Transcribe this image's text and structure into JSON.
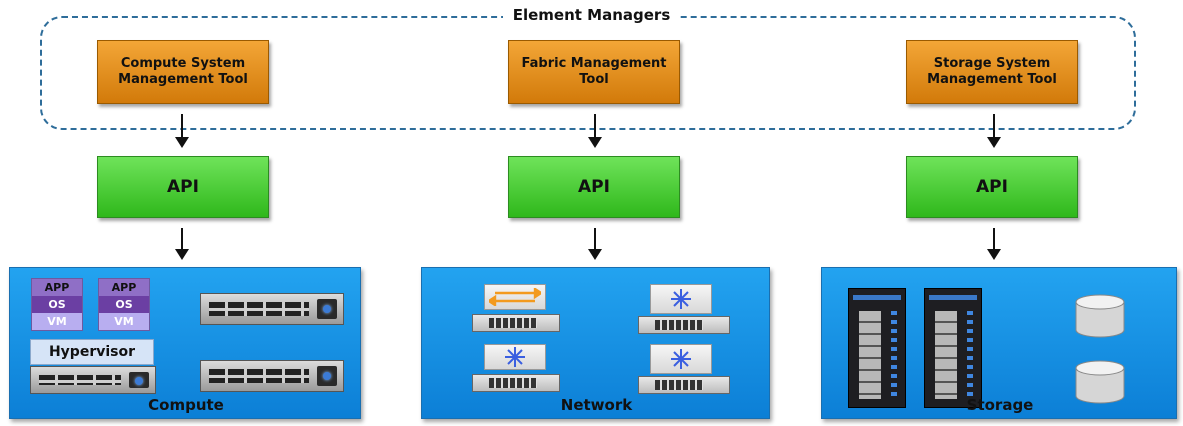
{
  "header": {
    "title": "Element Managers"
  },
  "tools": [
    {
      "label": "Compute System Management Tool"
    },
    {
      "label": "Fabric Management Tool"
    },
    {
      "label": "Storage System Management Tool"
    }
  ],
  "apis": [
    {
      "label": "API"
    },
    {
      "label": "API"
    },
    {
      "label": "API"
    }
  ],
  "panels": {
    "compute": {
      "label": "Compute",
      "vm_stack": {
        "app": "APP",
        "os": "OS",
        "vm": "VM"
      },
      "hypervisor": "Hypervisor"
    },
    "network": {
      "label": "Network"
    },
    "storage": {
      "label": "Storage"
    }
  },
  "icons": [
    "server-icon",
    "network-switch-icon",
    "router-switch-icon",
    "storage-array-icon",
    "disk-icon",
    "down-arrow-icon"
  ],
  "colors": {
    "tool": "#e08c1e",
    "api": "#3fc62a",
    "panel": "#1690e6",
    "frame": "#2e6d9a"
  }
}
